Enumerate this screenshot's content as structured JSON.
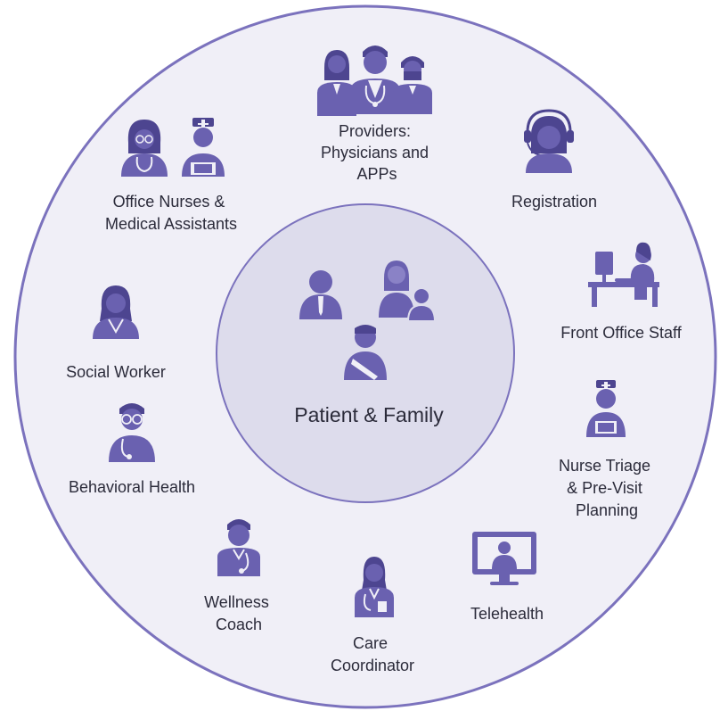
{
  "center": {
    "label": "Patient & Family",
    "icons": [
      "man-icon",
      "mother-and-child-icon",
      "patient-with-sling-icon"
    ]
  },
  "roles": [
    {
      "id": "providers",
      "icon": "providers-group-icon",
      "lines": [
        "Providers:",
        "Physicians and",
        "APPs"
      ]
    },
    {
      "id": "registration",
      "icon": "headset-operator-icon",
      "lines": [
        "Registration"
      ]
    },
    {
      "id": "front-office",
      "icon": "desk-worker-icon",
      "lines": [
        "Front Office Staff"
      ]
    },
    {
      "id": "nurse-triage",
      "icon": "nurse-icon",
      "lines": [
        "Nurse Triage",
        "& Pre-Visit",
        "Planning"
      ]
    },
    {
      "id": "telehealth",
      "icon": "monitor-person-icon",
      "lines": [
        "Telehealth"
      ]
    },
    {
      "id": "care-coordinator",
      "icon": "coordinator-icon",
      "lines": [
        "Care",
        "Coordinator"
      ]
    },
    {
      "id": "wellness-coach",
      "icon": "coach-icon",
      "lines": [
        "Wellness",
        "Coach"
      ]
    },
    {
      "id": "behavioral-health",
      "icon": "glasses-doctor-icon",
      "lines": [
        "Behavioral Health"
      ]
    },
    {
      "id": "social-worker",
      "icon": "woman-bust-icon",
      "lines": [
        "Social Worker"
      ]
    },
    {
      "id": "office-nurses",
      "icon": "nurses-pair-icon",
      "lines": [
        "Office Nurses &",
        "Medical Assistants"
      ]
    }
  ],
  "colors": {
    "icon": "#6a61b0",
    "icon_dark": "#4d4590",
    "outer_fill": "#f0eff7",
    "outer_stroke": "#7b72bd",
    "inner_fill": "#dddcec",
    "inner_stroke": "#7b72bd",
    "text": "#2b2b3a"
  }
}
